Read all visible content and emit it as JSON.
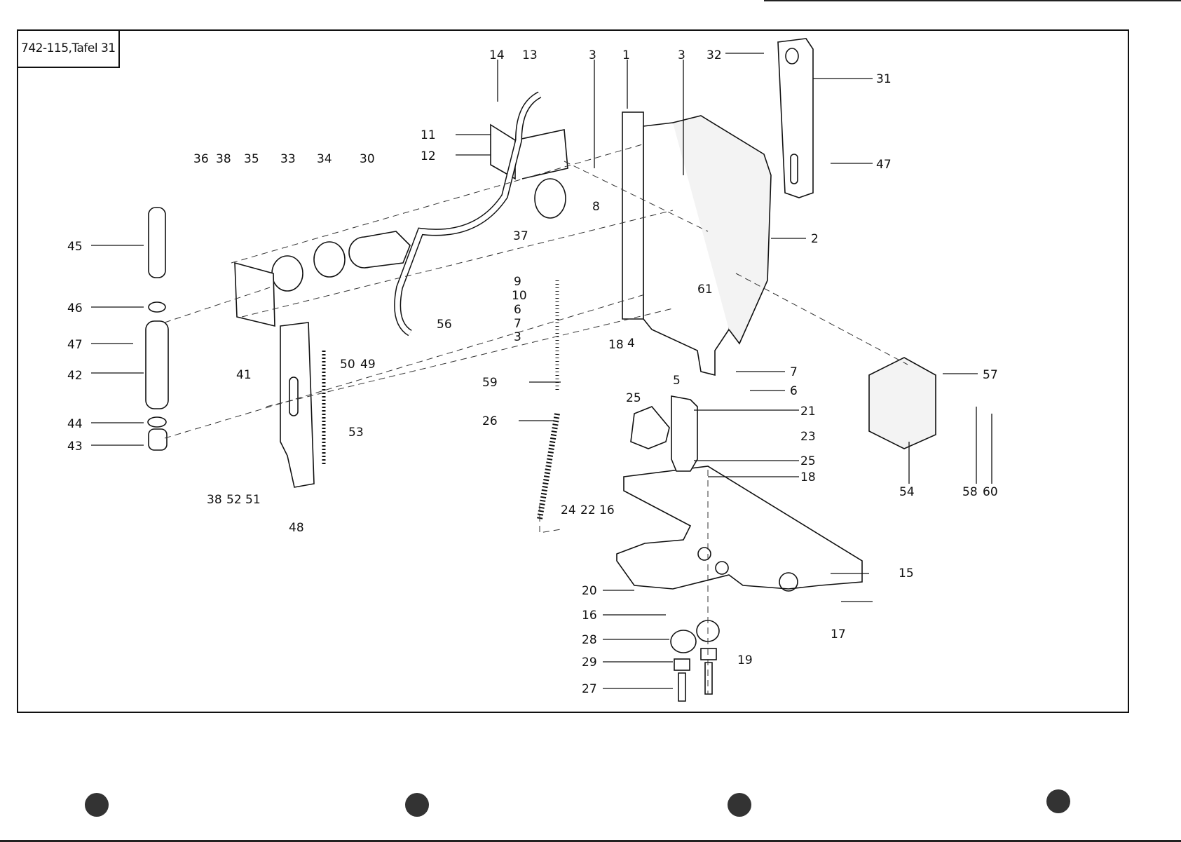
{
  "sheet": {
    "title": "742-115,Tafel 31"
  },
  "labels": {
    "1": "1",
    "2": "2",
    "3": "3",
    "4": "4",
    "5": "5",
    "6": "6",
    "7": "7",
    "8": "8",
    "9": "9",
    "10": "10",
    "11": "11",
    "12": "12",
    "13": "13",
    "14": "14",
    "15": "15",
    "16": "16",
    "17": "17",
    "18": "18",
    "19": "19",
    "20": "20",
    "21": "21",
    "22": "22",
    "23": "23",
    "24": "24",
    "25": "25",
    "26": "26",
    "27": "27",
    "28": "28",
    "29": "29",
    "30": "30",
    "31": "31",
    "32": "32",
    "33": "33",
    "34": "34",
    "35": "35",
    "36": "36",
    "37": "37",
    "38": "38",
    "41": "41",
    "42": "42",
    "43": "43",
    "44": "44",
    "45": "45",
    "46": "46",
    "47": "47",
    "48": "48",
    "49": "49",
    "50": "50",
    "51": "51",
    "52": "52",
    "53": "53",
    "54": "54",
    "56": "56",
    "57": "57",
    "58": "58",
    "59": "59",
    "60": "60",
    "61": "61"
  }
}
